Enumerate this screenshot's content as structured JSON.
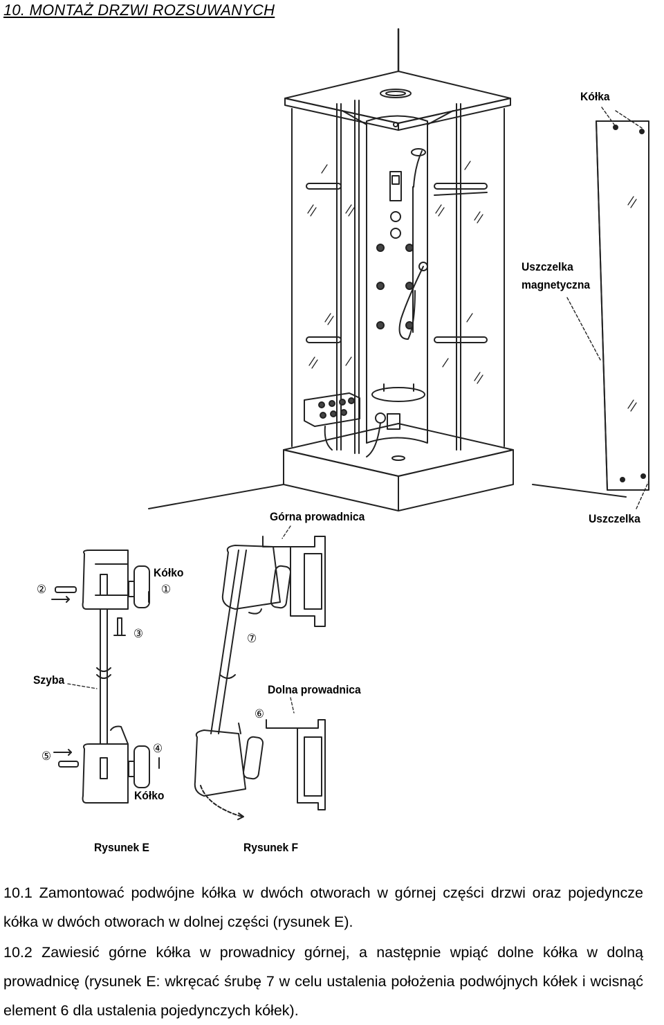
{
  "document": {
    "title": "10. MONTAŻ DRZWI ROZSUWANYCH"
  },
  "figure": {
    "labels": {
      "kolka_top": "Kółka",
      "uszczelka_magnetyczna_1": "Uszczelka",
      "uszczelka_magnetyczna_2": "magnetyczna",
      "uszczelka": "Uszczelka",
      "gorna_prowadnica": "Górna prowadnica",
      "kolko_upper": "Kółko",
      "szyba": "Szyba",
      "dolna_prowadnica": "Dolna prowadnica",
      "kolko_lower": "Kółko",
      "rysunek_e": "Rysunek E",
      "rysunek_f": "Rysunek F"
    },
    "callouts": {
      "c1": "①",
      "c2": "②",
      "c3": "③",
      "c4": "④",
      "c5": "⑤",
      "c6": "⑥",
      "c7": "⑦"
    }
  },
  "text": {
    "p1": "10.1 Zamontować podwójne kółka w dwóch otworach w górnej części drzwi oraz pojedyncze kółka w dwóch otworach w dolnej części (rysunek E).",
    "p2": "10.2 Zawiesić górne kółka w prowadnicy górnej, a następnie wpiąć dolne kółka w dolną prowadnicę (rysunek E: wkręcać śrubę 7 w celu ustalenia położenia podwójnych kółek i wcisnąć element 6 dla ustalenia pojedynczych kółek)."
  }
}
